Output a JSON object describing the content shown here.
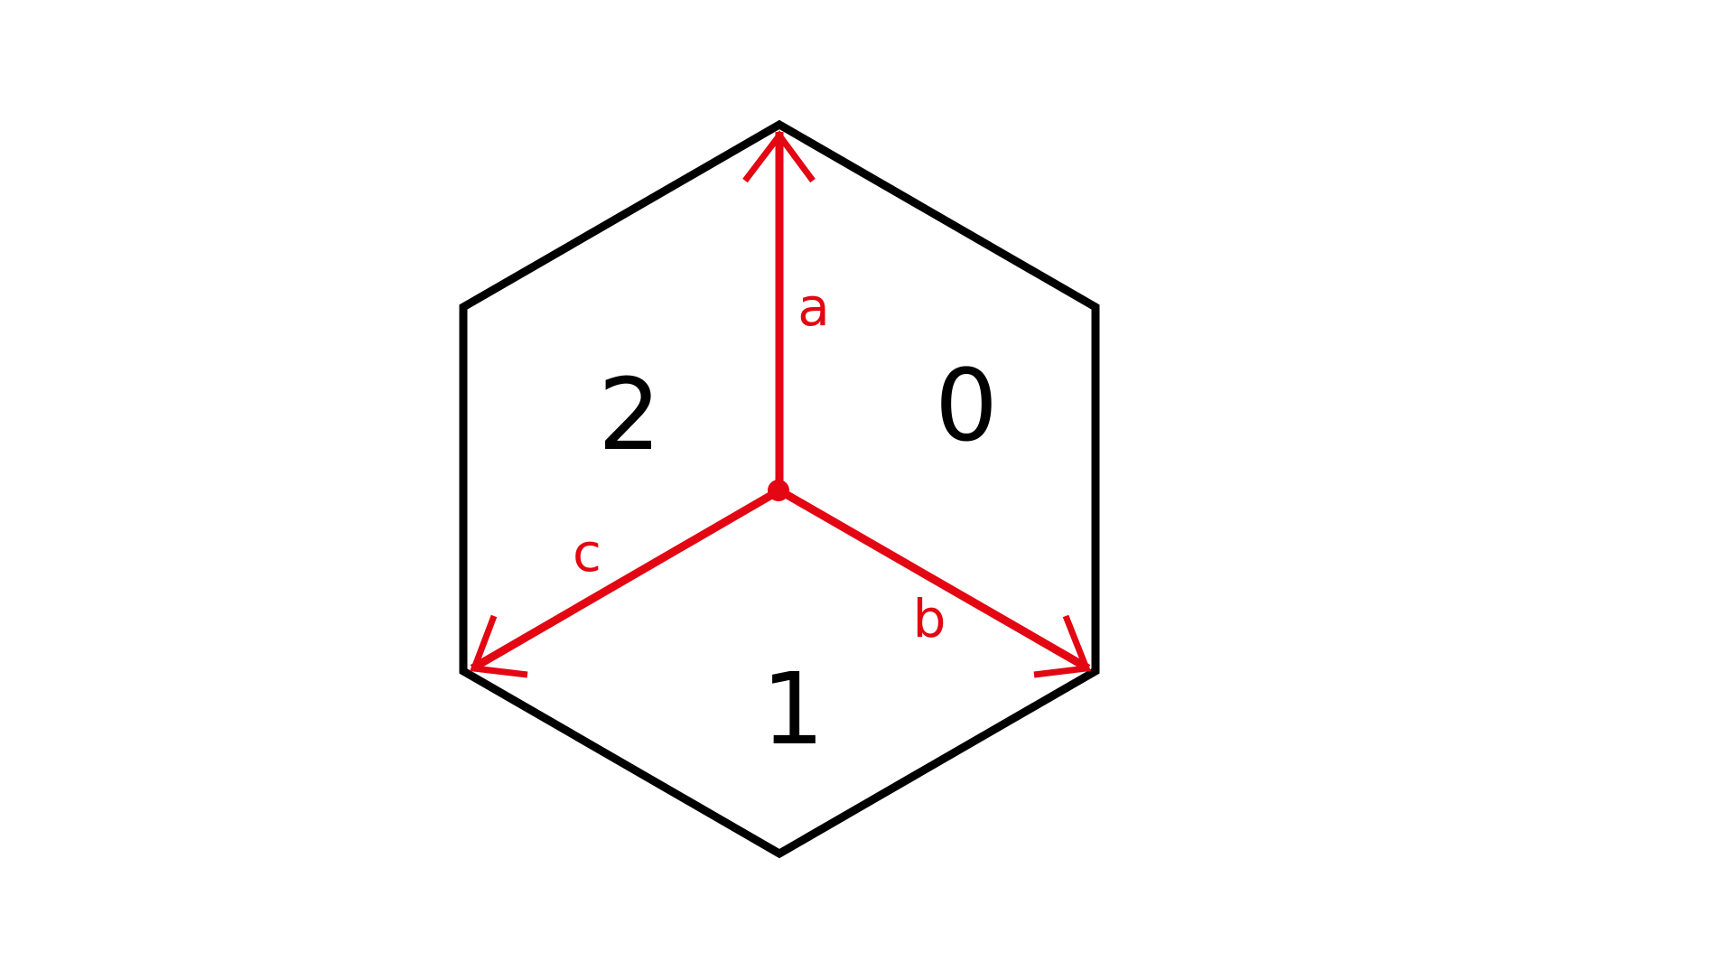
{
  "colors": {
    "outline": "#000000",
    "vectors": "#e30613",
    "background": "#ffffff"
  },
  "regions": {
    "top_right": "0",
    "bottom": "1",
    "top_left": "2"
  },
  "vectors": {
    "up": "a",
    "down_right": "b",
    "down_left": "c"
  }
}
